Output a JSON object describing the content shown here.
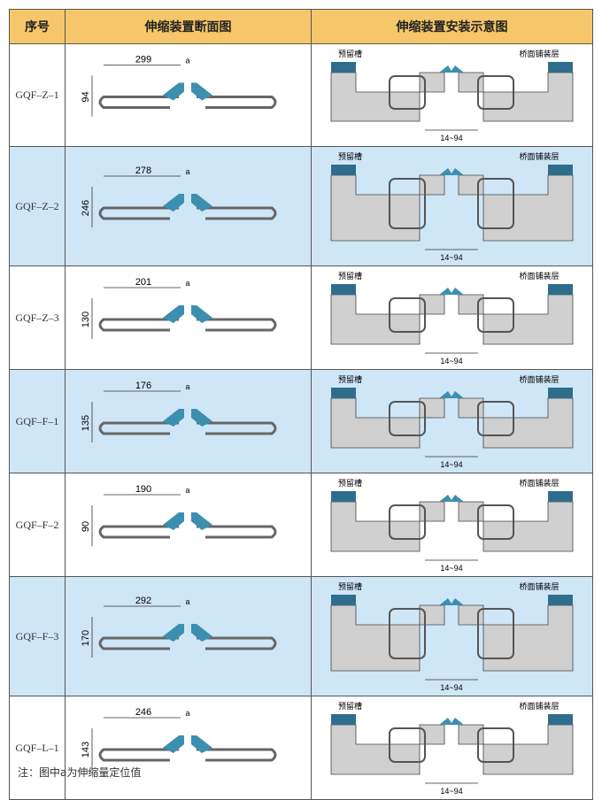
{
  "header": {
    "col1": "序号",
    "col2": "伸缩装置断面图",
    "col3": "伸缩装置安装示意图"
  },
  "labels": {
    "groove": "预留槽",
    "pavement": "桥面铺装层",
    "range": "14~94",
    "a": "a"
  },
  "rows": [
    {
      "code": "GQF–Z–1",
      "width_dim": "299",
      "height_dim": "94"
    },
    {
      "code": "GQF–Z–2",
      "width_dim": "278",
      "height_dim": "246"
    },
    {
      "code": "GQF–Z–3",
      "width_dim": "201",
      "height_dim": "130"
    },
    {
      "code": "GQF–F–1",
      "width_dim": "176",
      "height_dim": "135"
    },
    {
      "code": "GQF–F–2",
      "width_dim": "190",
      "height_dim": "90"
    },
    {
      "code": "GQF–F–3",
      "width_dim": "292",
      "height_dim": "170"
    },
    {
      "code": "GQF–L–1",
      "width_dim": "246",
      "height_dim": "143"
    }
  ],
  "note": "注：图中a为伸缩量定位值",
  "colors": {
    "header_bg": "#f5c76a",
    "alt_row_bg": "#cfe6f7",
    "steel": "#3d8fb0",
    "concrete": "#d0d0d0",
    "groove_fill": "#2f6d8c"
  }
}
